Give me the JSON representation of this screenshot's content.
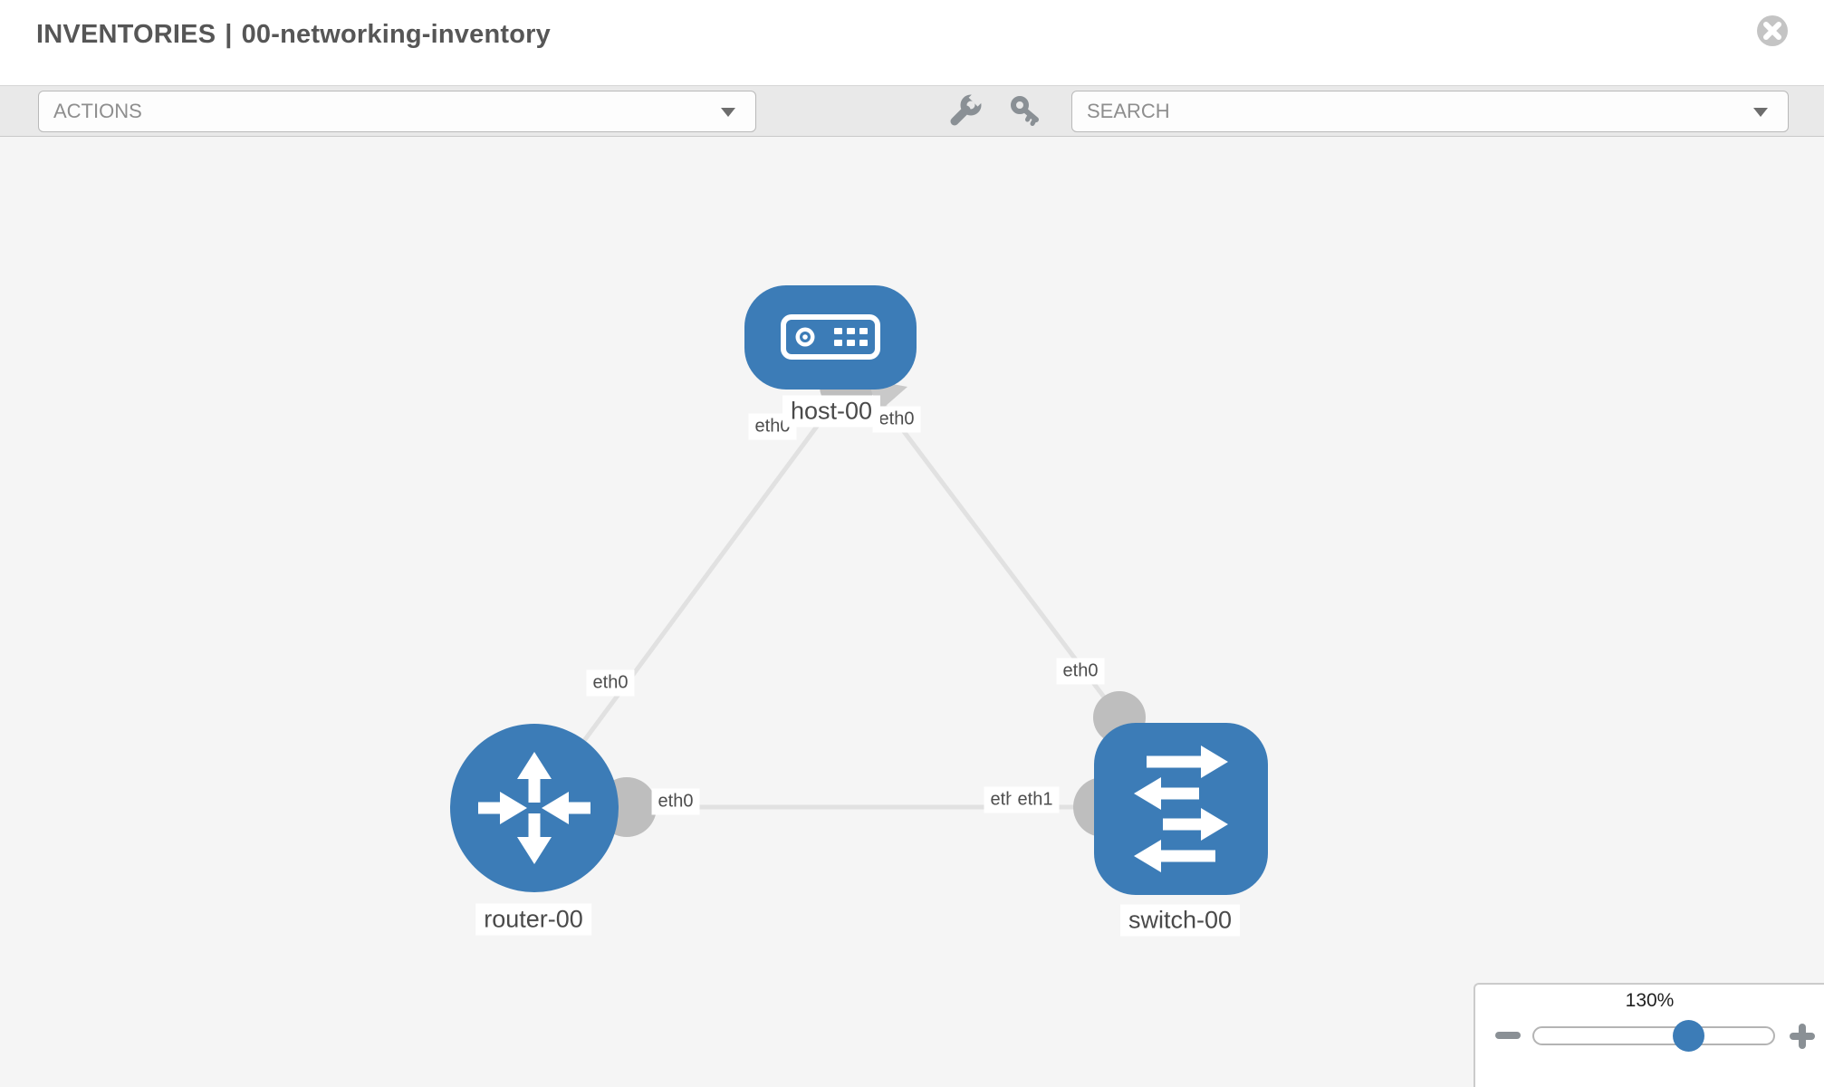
{
  "header": {
    "title_primary": "INVENTORIES",
    "title_divider": "|",
    "title_secondary": "00-networking-inventory"
  },
  "toolbar": {
    "actions_label": "ACTIONS",
    "search_placeholder": "SEARCH",
    "icons": [
      "wrench-icon",
      "key-icon"
    ]
  },
  "topology": {
    "nodes": [
      {
        "id": "host-00",
        "type": "host",
        "label": "host-00"
      },
      {
        "id": "router-00",
        "type": "router",
        "label": "router-00"
      },
      {
        "id": "switch-00",
        "type": "switch",
        "label": "switch-00"
      }
    ],
    "links": [
      {
        "from": "host-00",
        "from_interface": "eth0",
        "to": "router-00",
        "to_interface": "eth0"
      },
      {
        "from": "host-00",
        "from_interface": "eth0",
        "to": "switch-00",
        "to_interface": "eth0"
      },
      {
        "from": "router-00",
        "from_interface": "eth0",
        "to": "switch-00",
        "to_interface": "eth1"
      }
    ],
    "interface_labels": {
      "host_left": "eth0",
      "host_right": "eth0",
      "router_top": "eth0",
      "switch_top": "eth0",
      "mid_near_router": "eth0",
      "mid_near_switch_back": "eth0",
      "mid_near_switch_front": "eth1"
    }
  },
  "zoom_control": {
    "level": "130%",
    "value": 130
  },
  "colors": {
    "node_blue": "#3c7cb7",
    "link_gray": "#e1e1e1",
    "endpoint_gray": "#bebebe",
    "canvas_bg": "#f5f5f5",
    "toolbar_bg": "#e9e9e9"
  }
}
